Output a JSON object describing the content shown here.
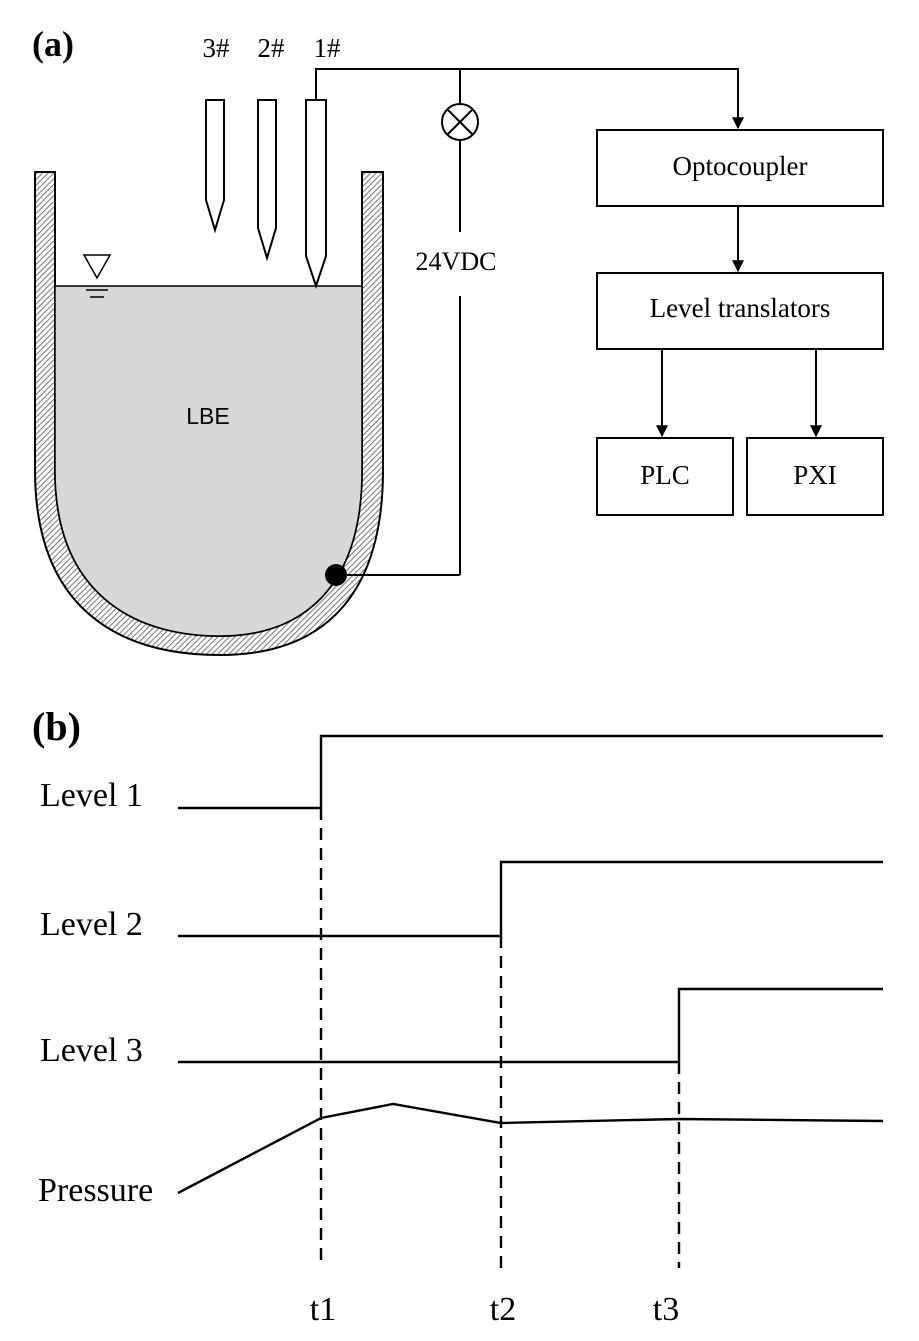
{
  "panel_a": {
    "label": "(a)",
    "probes": [
      "3#",
      "2#",
      "1#"
    ],
    "fluid_label": "LBE",
    "voltage_label": "24VDC",
    "blocks": {
      "optocoupler": "Optocoupler",
      "level_translators": "Level translators",
      "plc": "PLC",
      "pxi": "PXI"
    }
  },
  "panel_b": {
    "label": "(b)",
    "signals": [
      {
        "label": "Level 1",
        "switch_time": "t1"
      },
      {
        "label": "Level 2",
        "switch_time": "t2"
      },
      {
        "label": "Level 3",
        "switch_time": "t3"
      }
    ],
    "pressure_label": "Pressure",
    "time_marks": [
      "t1",
      "t2",
      "t3"
    ]
  }
}
